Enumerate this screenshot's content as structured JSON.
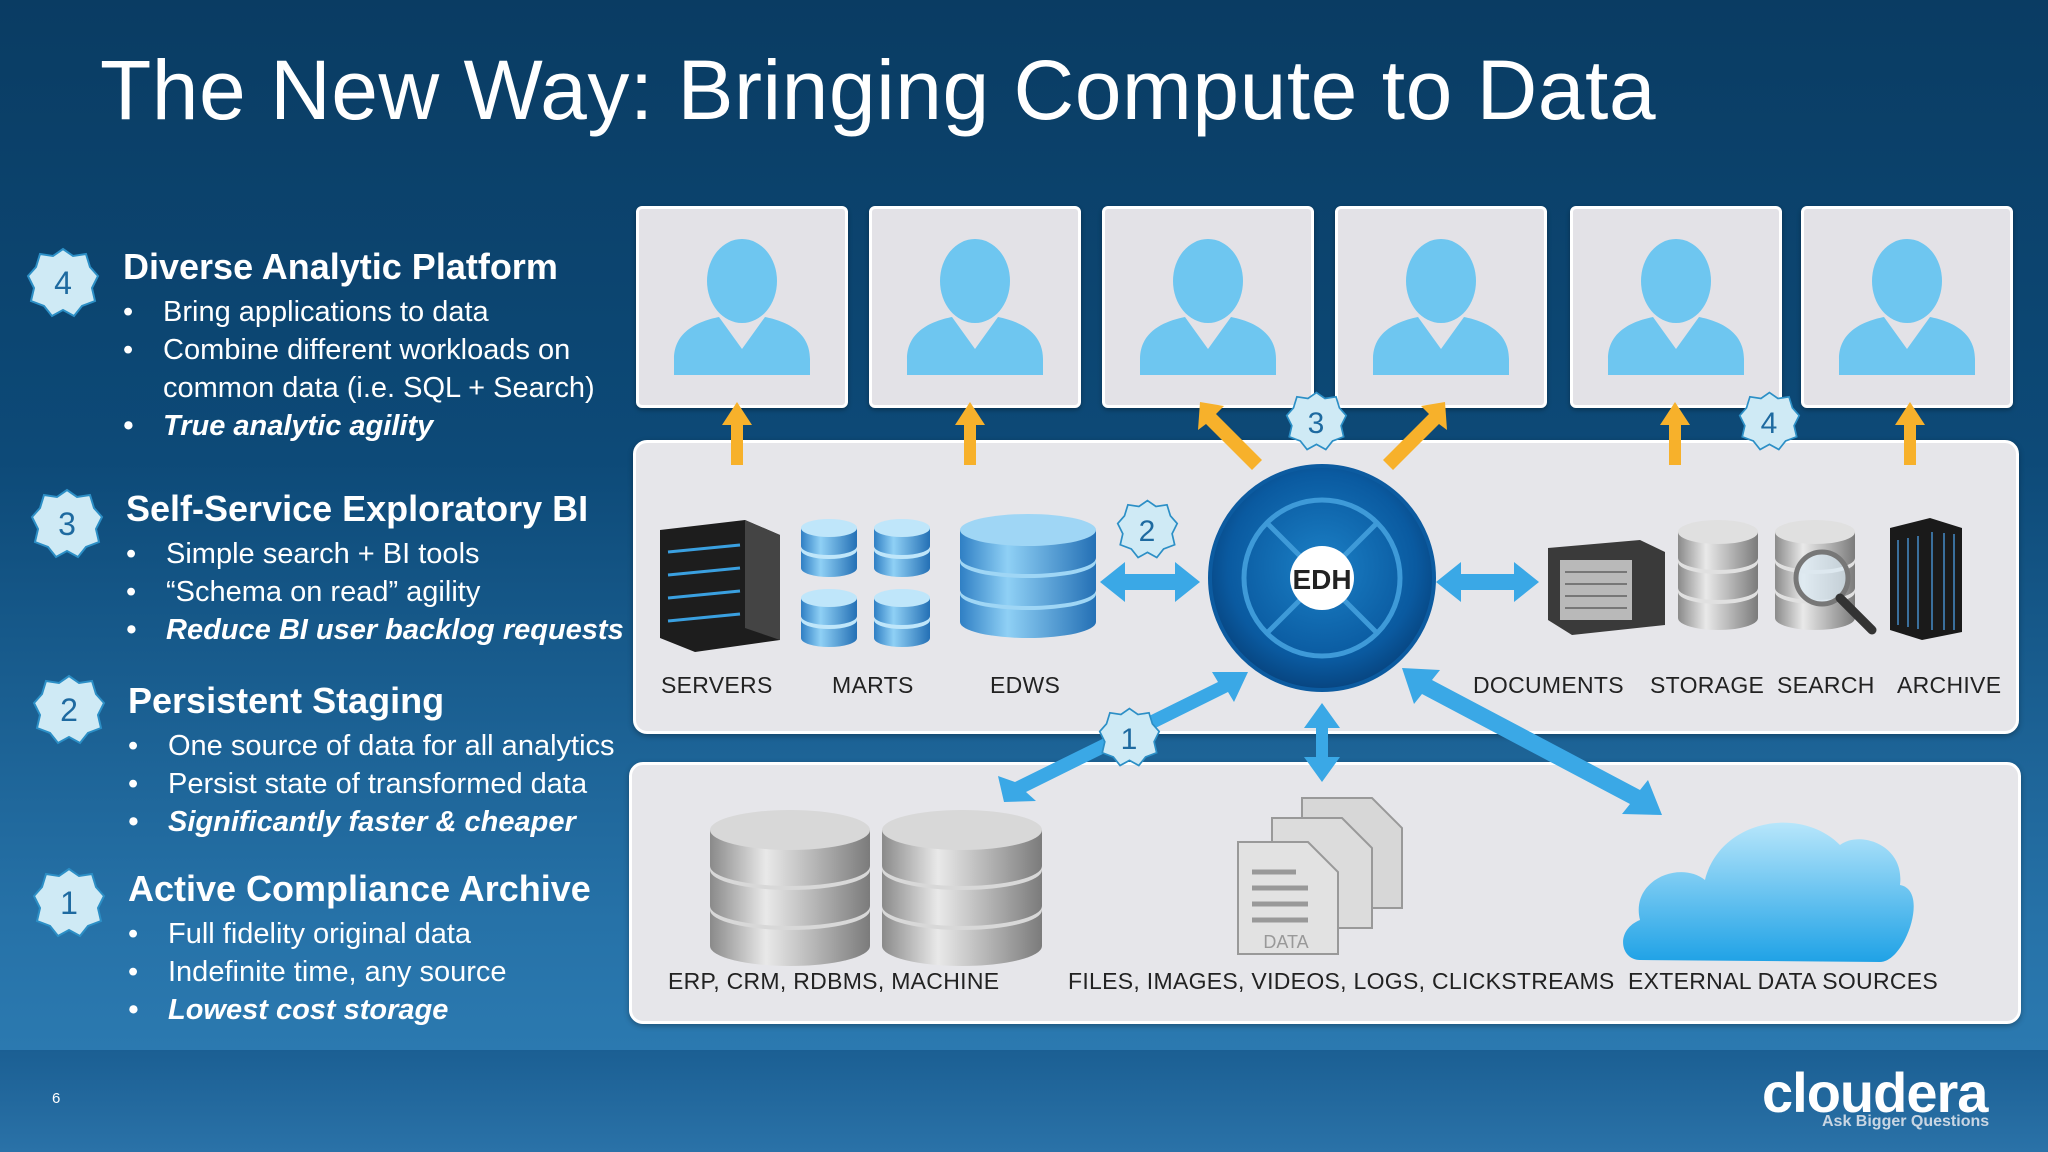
{
  "title": "The New Way: Bringing Compute to Data",
  "sections": [
    {
      "badge": "4",
      "title": "Diverse Analytic Platform",
      "bullets": [
        "Bring applications to data",
        "Combine different workloads on",
        "common data (i.e. SQL + Search)",
        "True analytic agility"
      ]
    },
    {
      "badge": "3",
      "title": "Self-Service Exploratory BI",
      "bullets": [
        "Simple search + BI tools",
        "“Schema on read” agility",
        "Reduce BI user backlog requests"
      ]
    },
    {
      "badge": "2",
      "title": "Persistent Staging",
      "bullets": [
        "One source of data for all analytics",
        "Persist state of transformed data",
        "Significantly faster & cheaper"
      ]
    },
    {
      "badge": "1",
      "title": "Active Compliance Archive",
      "bullets": [
        "Full fidelity original data",
        "Indefinite time, any source",
        "Lowest cost storage"
      ]
    }
  ],
  "diagram": {
    "hub": "EDH",
    "top_labels": [
      "SERVERS",
      "MARTS",
      "EDWS",
      "DOCUMENTS",
      "STORAGE",
      "SEARCH",
      "ARCHIVE"
    ],
    "bottom_labels": [
      "ERP, CRM, RDBMS, MACHINE",
      "FILES, IMAGES, VIDEOS, LOGS, CLICKSTREAMS",
      "EXTERNAL DATA SOURCES"
    ],
    "data_doc_label": "DATA",
    "diagram_badges": [
      "3",
      "4",
      "2",
      "1"
    ]
  },
  "footer": {
    "page": "6",
    "logo": "cloudera",
    "tagline": "Ask Bigger Questions"
  },
  "colors": {
    "accent_blue": "#3aa8e6",
    "arrow_orange": "#f7b12b",
    "badge_fill": "#cfeaf5",
    "user_blue": "#6ec6f0"
  }
}
